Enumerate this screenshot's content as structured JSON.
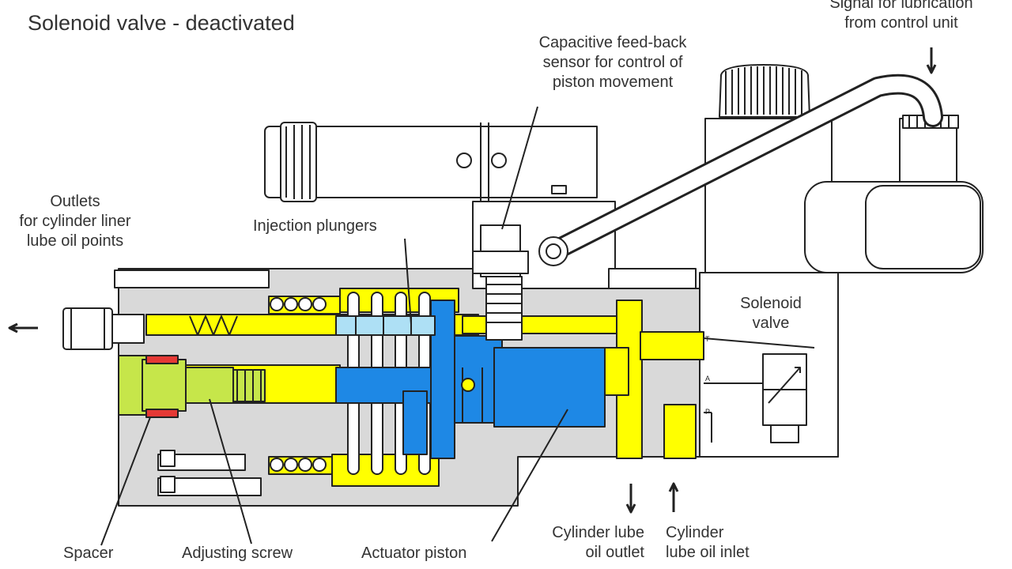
{
  "title": "Solenoid valve - deactivated",
  "labels": {
    "signal": "Signal for lubrication\nfrom control unit",
    "capacitive": "Capacitive feed-back\nsensor for control of\npiston movement",
    "outlets": "Outlets\nfor cylinder liner\nlube oil points",
    "injection": "Injection plungers",
    "solenoid": "Solenoid\nvalve",
    "spacer": "Spacer",
    "adjusting": "Adjusting screw",
    "actuator": "Actuator piston",
    "lube_outlet": "Cylinder lube\noil outlet",
    "lube_inlet": "Cylinder\nlube oil inlet"
  },
  "port_marks": [
    "T",
    "A",
    "P"
  ],
  "colors": {
    "body": "#d9d9d9",
    "oil": "#ffff00",
    "piston": "#1e88e5",
    "screw": "#c6e64a",
    "plunger": "#aee0f5",
    "seal": "#e53935",
    "outline": "#222222"
  }
}
